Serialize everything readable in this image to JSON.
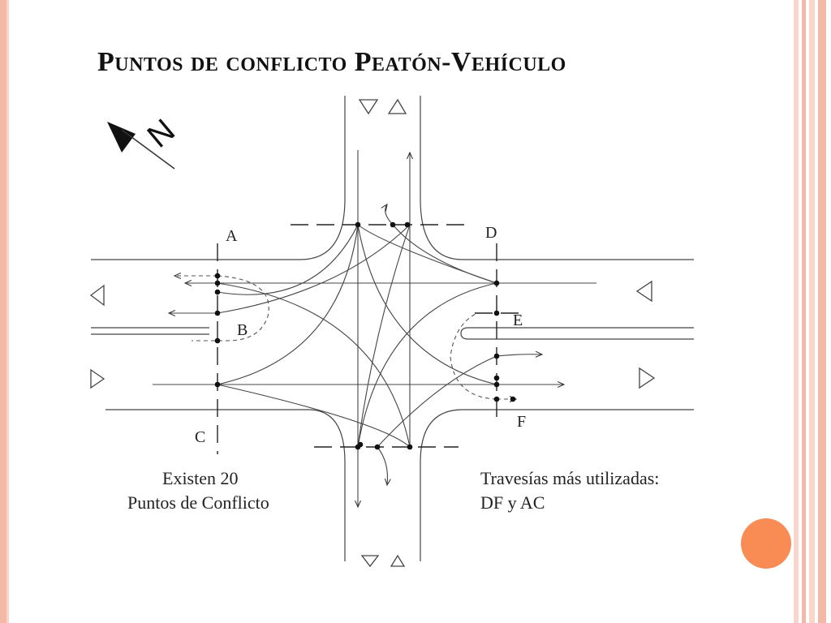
{
  "slide": {
    "title": "Puntos de conflicto Peatón-Vehículo",
    "accent_color": "#f98c55",
    "border_color": "#f4b9a6"
  },
  "diagram": {
    "north_symbol": "N",
    "crossing_labels": [
      "A",
      "B",
      "C",
      "D",
      "E",
      "F"
    ],
    "note_left_line1": "Existen  20",
    "note_left_line2": "Puntos de Conflicto",
    "note_right_line1": "Travesías más utilizadas:",
    "note_right_line2": "DF y AC"
  }
}
